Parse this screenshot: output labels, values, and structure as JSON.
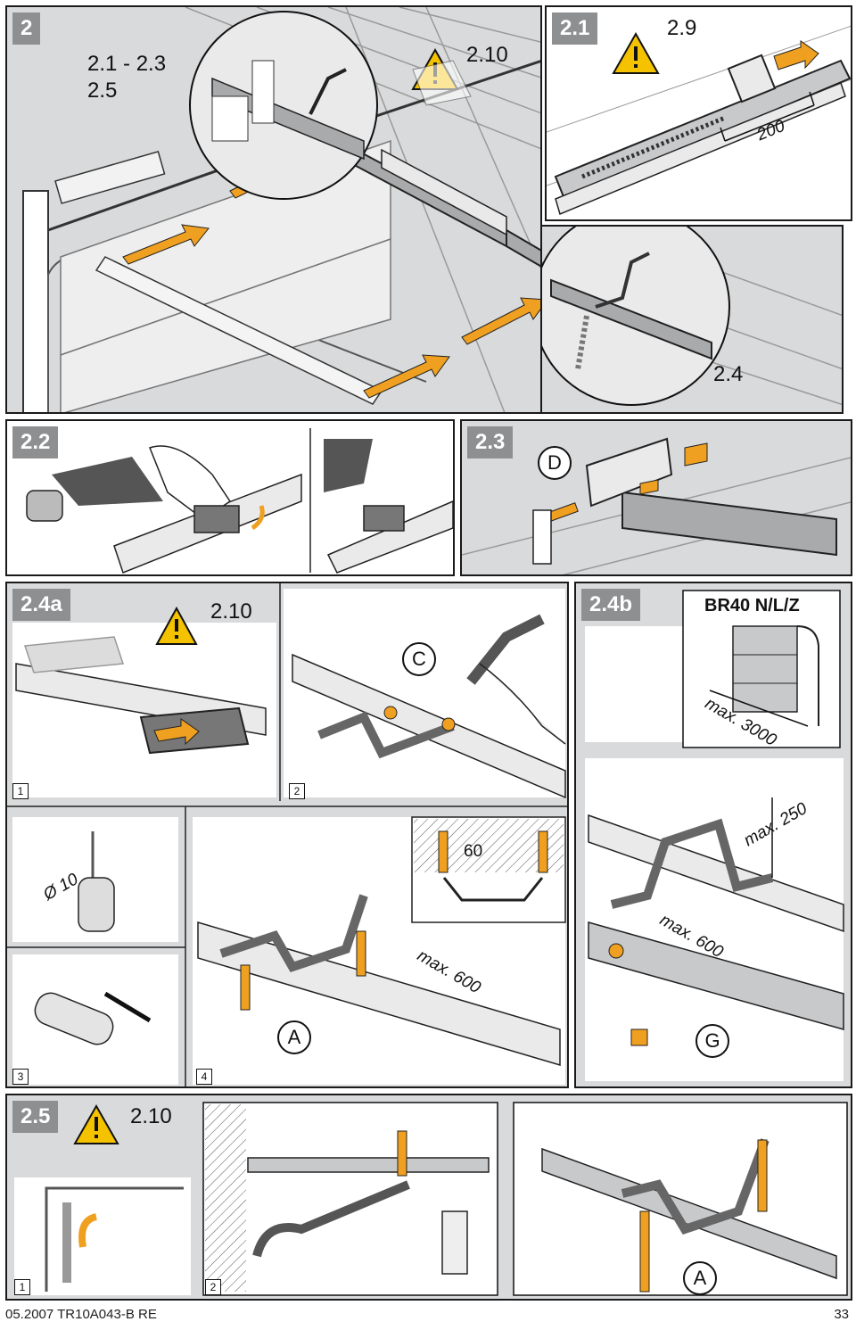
{
  "panels": {
    "p2": {
      "tag": "2",
      "ref_a": "2.1 - 2.3",
      "ref_b": "2.5",
      "warning_ref": "2.10",
      "detail_ref": "2.4"
    },
    "p21": {
      "tag": "2.1",
      "warning_ref": "2.9",
      "dimension": "200"
    },
    "p22": {
      "tag": "2.2"
    },
    "p23": {
      "tag": "2.3",
      "callout": "D"
    },
    "p24a": {
      "tag": "2.4a",
      "warning_ref": "2.10",
      "callout_c": "C",
      "callout_a": "A",
      "step1": "1",
      "step2": "2",
      "step3": "3",
      "step4": "4",
      "drill": "Ø 10",
      "spacing": "60",
      "max_dist": "max. 600"
    },
    "p24b": {
      "tag": "2.4b",
      "model": "BR40 N/L/Z",
      "max_3000": "max. 3000",
      "max_250": "max. 250",
      "max_600": "max. 600",
      "callout_g": "G"
    },
    "p25": {
      "tag": "2.5",
      "warning_ref": "2.10",
      "step1": "1",
      "step2": "2",
      "callout_a": "A"
    }
  },
  "footer": {
    "left": "05.2007  TR10A043-B  RE",
    "page": "33"
  },
  "colors": {
    "panel_bg": "#d9dadb",
    "warning_yellow": "#f5c200",
    "arrow_orange": "#f0a020",
    "tag_gray": "#8e8f91"
  }
}
